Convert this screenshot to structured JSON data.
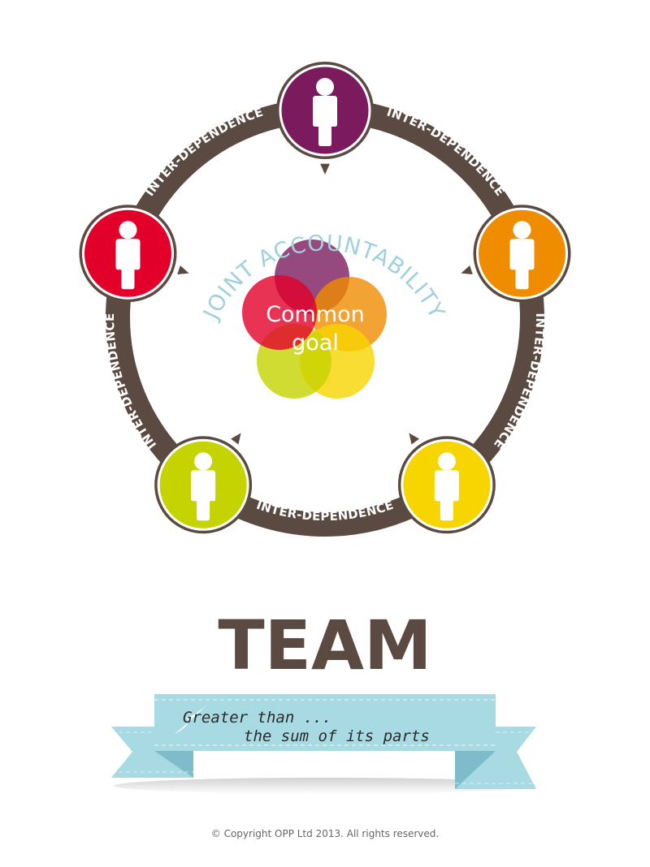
{
  "colors": {
    "ring": "#5b4a42",
    "purple": "#7b1b5e",
    "orange": "#ef8c00",
    "yellow": "#f7d500",
    "lime": "#c5d300",
    "red": "#e2002b",
    "accent_text": "#9fd1dc",
    "banner": "#a7dae3",
    "banner_dark": "#7fbccb",
    "title": "#5b4a42"
  },
  "ring_labels": [
    "INTER-DEPENDENCE",
    "INTER-DEPENDENCE",
    "INTER-DEPENDENCE",
    "INTER-DEPENDENCE",
    "INTER-DEPENDENCE"
  ],
  "members": [
    {
      "name": "person-purple",
      "color": "purple",
      "icon": "person-icon"
    },
    {
      "name": "person-orange",
      "color": "orange",
      "icon": "person-icon"
    },
    {
      "name": "person-yellow",
      "color": "yellow",
      "icon": "person-icon"
    },
    {
      "name": "person-lime",
      "color": "lime",
      "icon": "person-icon"
    },
    {
      "name": "person-red",
      "color": "red",
      "icon": "person-icon"
    }
  ],
  "center": {
    "arc_label": "JOINT ACCOUNTABILITY",
    "goal_line1": "Common",
    "goal_line2": "goal"
  },
  "title": "TEAM",
  "banner": {
    "line1": "Greater than ...",
    "line2": "the sum of its parts"
  },
  "copyright": "© Copyright OPP Ltd 2013. All rights reserved."
}
